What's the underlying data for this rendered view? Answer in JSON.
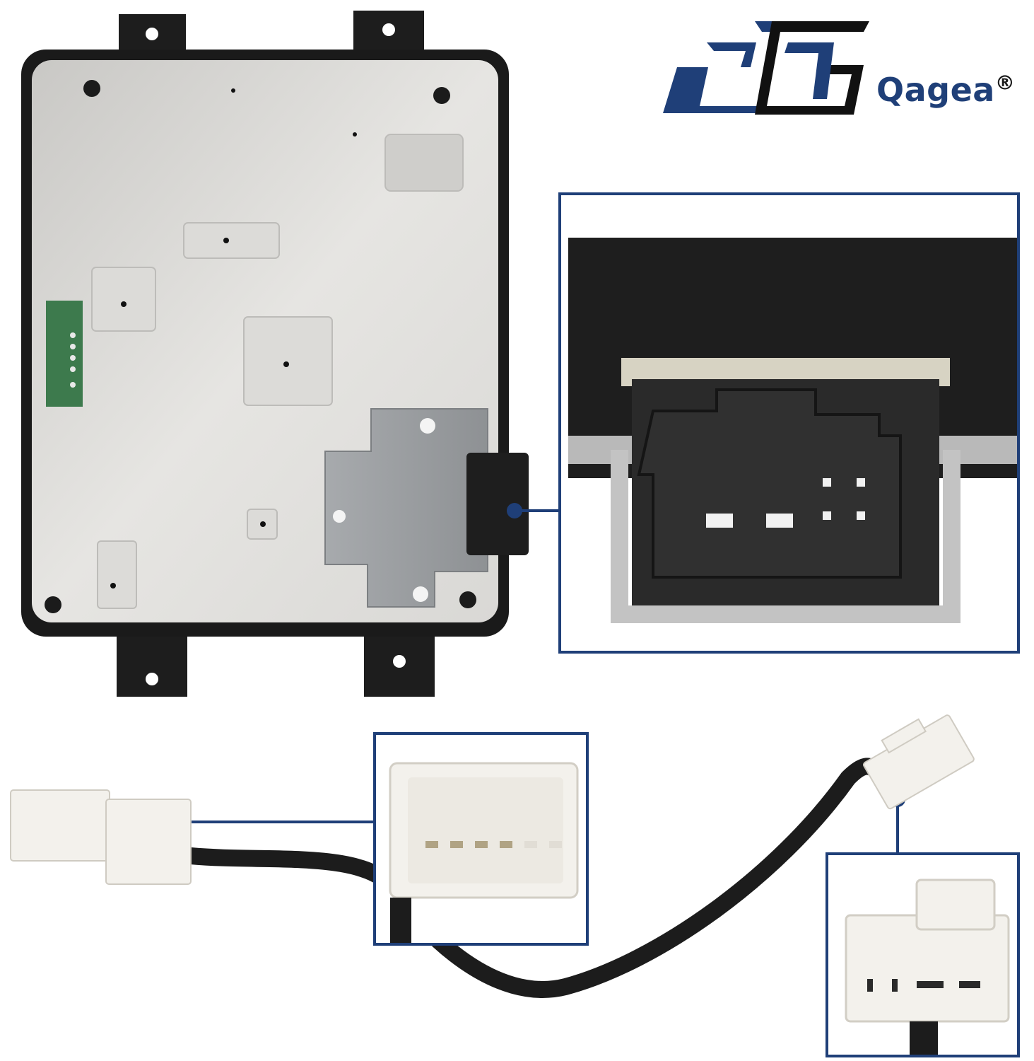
{
  "brand": {
    "name": "Qagea",
    "mark": "®",
    "colors": {
      "primary": "#1f3f78",
      "secondary": "#000000"
    }
  },
  "image": {
    "subject": "module-with-wiring-harness",
    "insets": [
      {
        "id": "module-connector-closeup"
      },
      {
        "id": "harness-plug-left-closeup"
      },
      {
        "id": "harness-plug-right-closeup"
      }
    ],
    "colors": {
      "callout": "#1f3f78",
      "housing": "#d3d3d1",
      "bracket": "#9da0a3",
      "cable": "#1c1c1c",
      "plug": "#f3f1ec"
    }
  }
}
